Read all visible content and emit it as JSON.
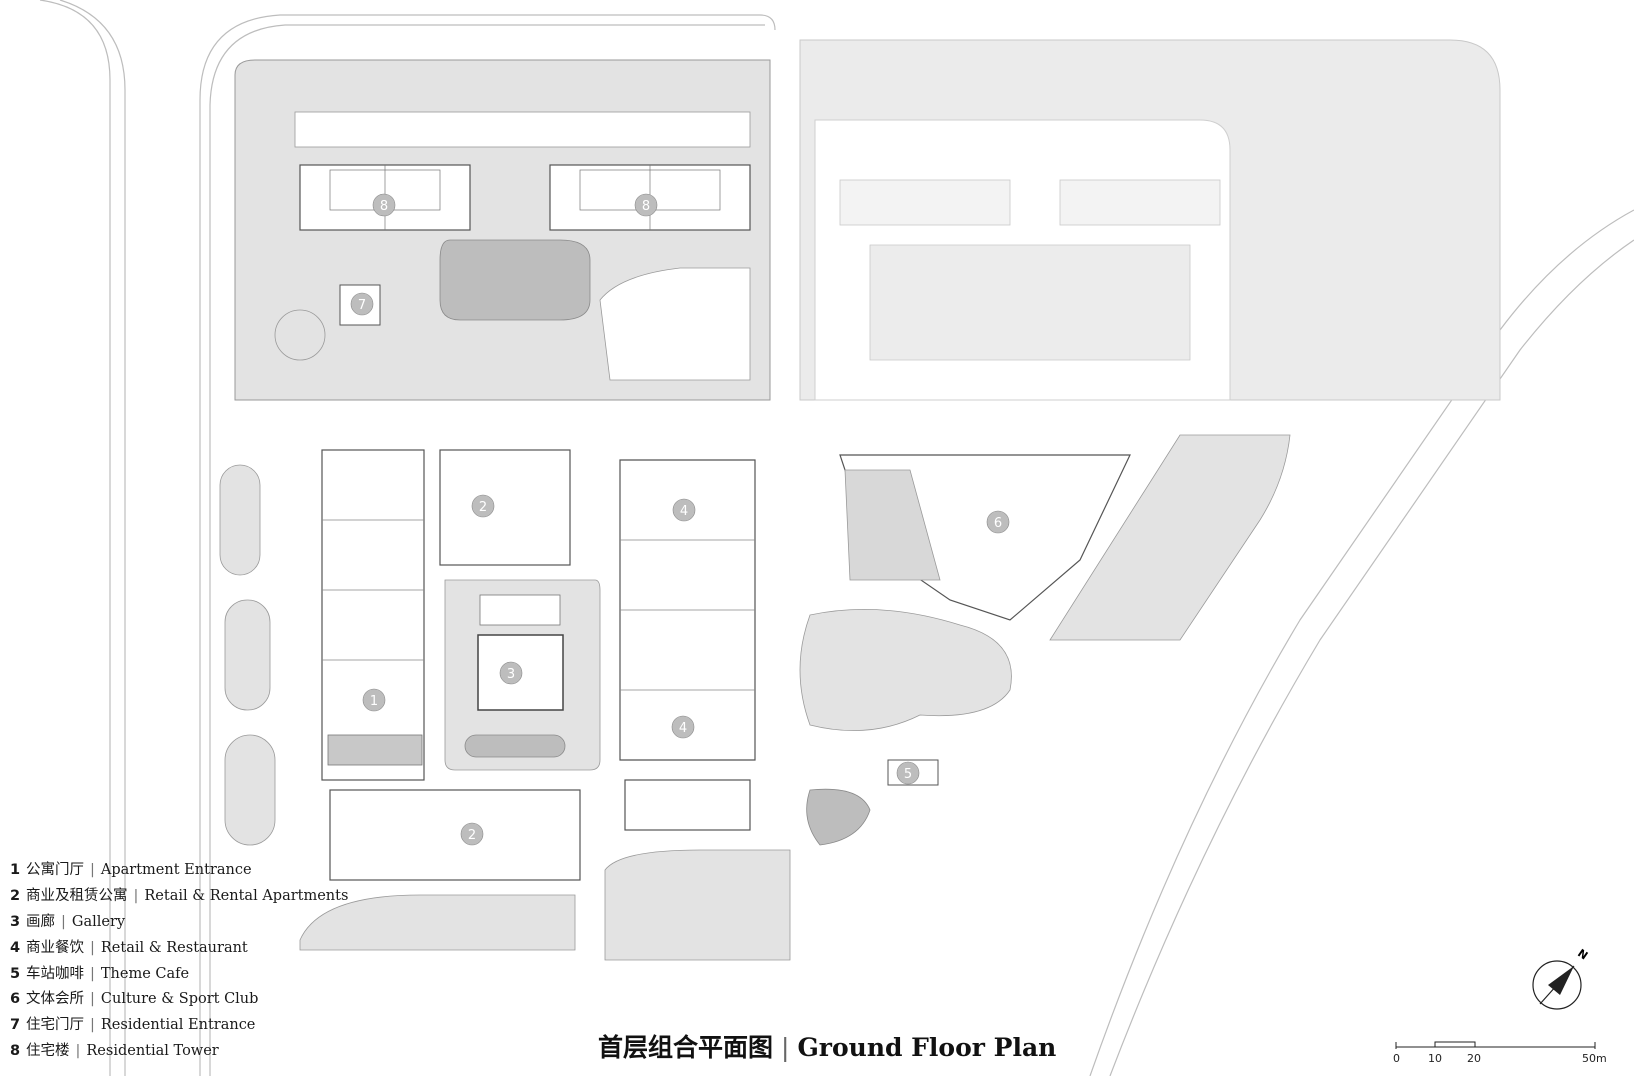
{
  "legend": {
    "items": [
      {
        "num": "1",
        "zh": "公寓门厅",
        "en": "Apartment Entrance"
      },
      {
        "num": "2",
        "zh": "商业及租赁公寓",
        "en": "Retail & Rental Apartments"
      },
      {
        "num": "3",
        "zh": "画廊",
        "en": "Gallery"
      },
      {
        "num": "4",
        "zh": "商业餐饮",
        "en": "Retail & Restaurant"
      },
      {
        "num": "5",
        "zh": "车站咖啡",
        "en": "Theme Cafe"
      },
      {
        "num": "6",
        "zh": "文体会所",
        "en": "Culture & Sport Club"
      },
      {
        "num": "7",
        "zh": "住宅门厅",
        "en": "Residential Entrance"
      },
      {
        "num": "8",
        "zh": "住宅楼",
        "en": "Residential Tower"
      }
    ]
  },
  "title": {
    "zh": "首层组合平面图",
    "en": "Ground Floor Plan"
  },
  "scale_bar": {
    "labels": [
      "0",
      "10",
      "20",
      "50m"
    ]
  },
  "north_arrow": {
    "label": "N"
  },
  "plan_markers": [
    "8",
    "8",
    "7",
    "2",
    "4",
    "6",
    "1",
    "3",
    "4",
    "5",
    "2"
  ],
  "colors": {
    "ground": "#e3e3e3",
    "ground_dark": "#c8c8c8",
    "hardscape": "#bdbdbd",
    "line": "#9a9a9a",
    "building_line": "#555555"
  }
}
